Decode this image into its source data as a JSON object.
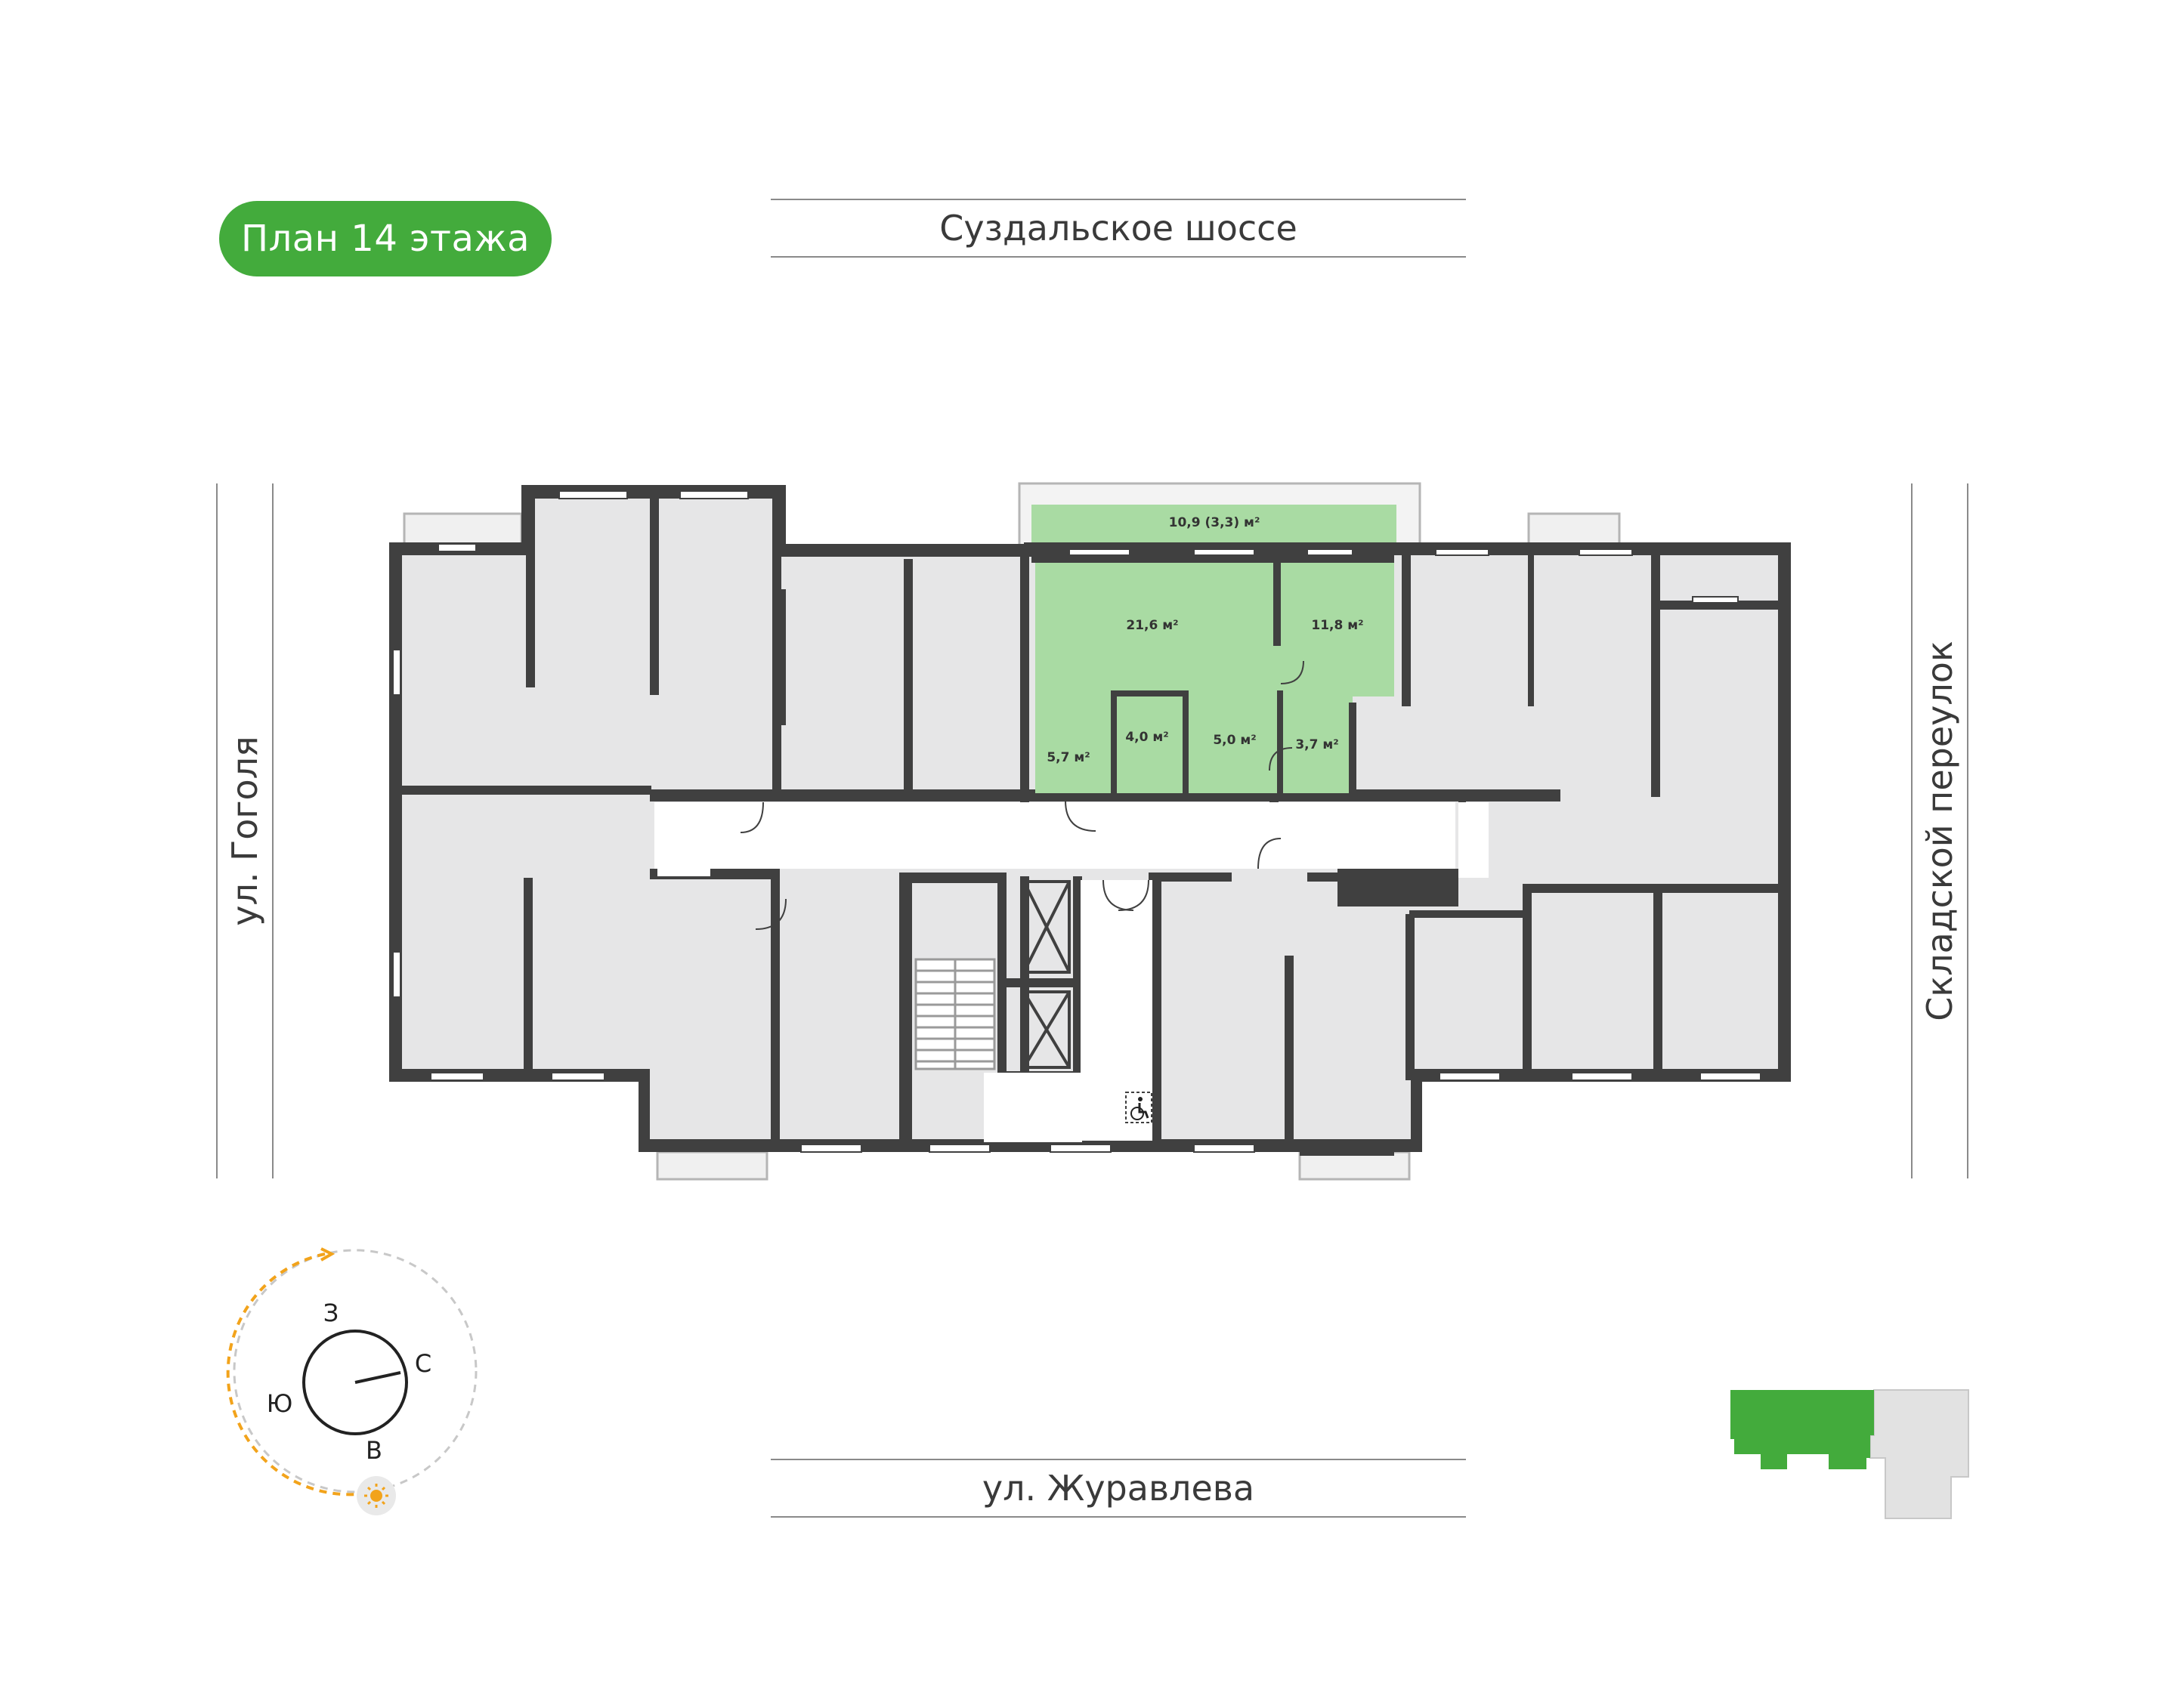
{
  "badge": {
    "label": "План 14 этажа",
    "color": "#43ab3c"
  },
  "streets": {
    "top": "Суздальское шоссе",
    "bottom": "ул. Журавлева",
    "left": "ул. Гоголя",
    "right": "Складской переулок"
  },
  "apartment": {
    "color": "#a9dba3",
    "rooms": [
      {
        "id": "balcony",
        "area": "10,9 (3,3) м²"
      },
      {
        "id": "living",
        "area": "21,6 м²"
      },
      {
        "id": "bedroom",
        "area": "11,8 м²"
      },
      {
        "id": "hall",
        "area": "5,7 м²"
      },
      {
        "id": "storage",
        "area": "4,0 м²"
      },
      {
        "id": "bath",
        "area": "5,0 м²"
      },
      {
        "id": "wc",
        "area": "3,7 м²"
      }
    ]
  },
  "compass": {
    "north": "С",
    "south": "Ю",
    "west": "З",
    "east": "В"
  },
  "colors": {
    "wall": "#404040",
    "room": "#e6e6e7",
    "corridor": "#ffffff",
    "sun": "#f2a31b",
    "sun_path": "#f2a31b",
    "minimap_active": "#43ab3c",
    "minimap_inactive": "#e2e2e2"
  },
  "icons": [
    "wheelchair-icon",
    "sun-icon",
    "elevator-icon",
    "stairs-icon"
  ]
}
